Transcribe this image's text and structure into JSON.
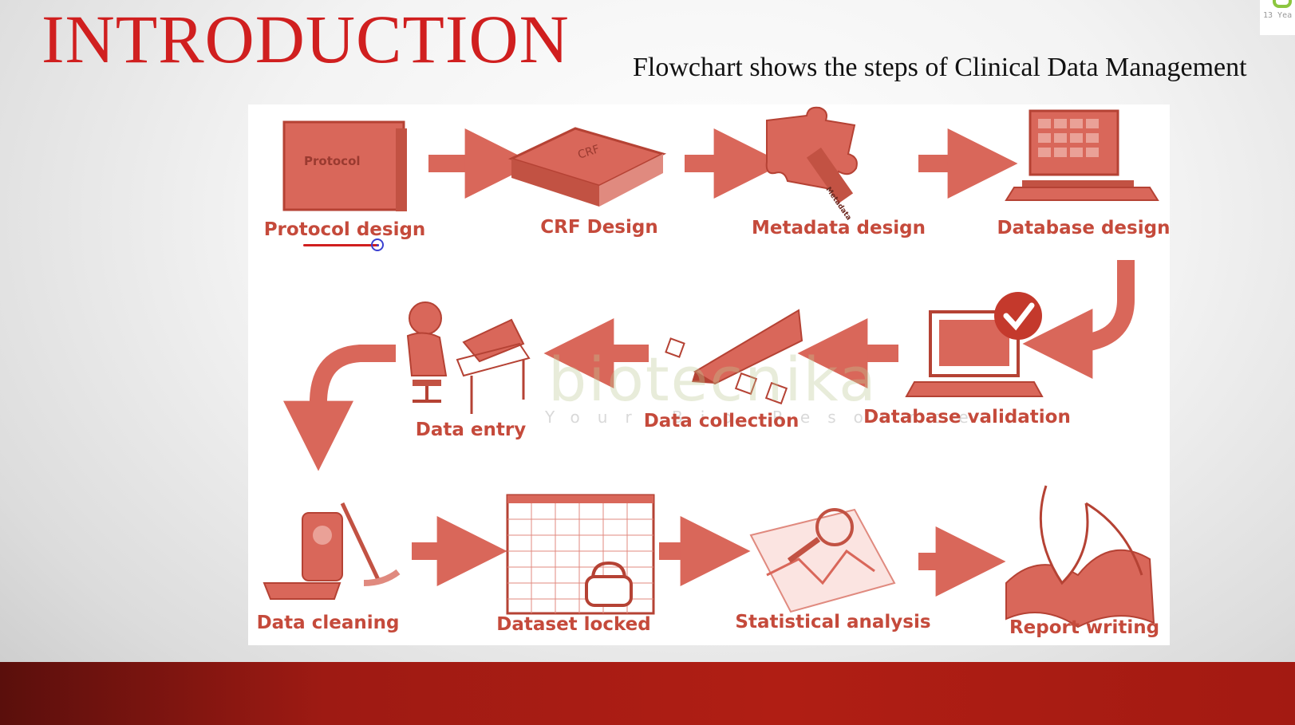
{
  "slide": {
    "title": "INTRODUCTION",
    "subtitle": "Flowchart shows the steps of Clinical Data Management",
    "corner_logo_text": "13 Yea"
  },
  "diagram": {
    "accent_color": "#d9675a",
    "steps": [
      {
        "label": "Protocol design",
        "icon": "binder-icon",
        "icon_text": "Protocol"
      },
      {
        "label": "CRF Design",
        "icon": "book-icon",
        "icon_text": "CRF"
      },
      {
        "label": "Metadata design",
        "icon": "puzzle-piece-icon",
        "icon_text": "Metadata"
      },
      {
        "label": "Database design",
        "icon": "computer-icon"
      },
      {
        "label": "Database validation",
        "icon": "computer-check-icon"
      },
      {
        "label": "Data collection",
        "icon": "pencil-checklist-icon"
      },
      {
        "label": "Data entry",
        "icon": "person-at-desk-icon"
      },
      {
        "label": "Data cleaning",
        "icon": "cleaning-bucket-icon"
      },
      {
        "label": "Dataset locked",
        "icon": "locked-spreadsheet-icon"
      },
      {
        "label": "Statistical analysis",
        "icon": "magnifier-chart-icon"
      },
      {
        "label": "Report writing",
        "icon": "report-pages-icon"
      }
    ],
    "watermark": "biotecnika",
    "watermark_tagline": "Your Bio Resource"
  },
  "footer": {
    "color": "#b01e14"
  }
}
